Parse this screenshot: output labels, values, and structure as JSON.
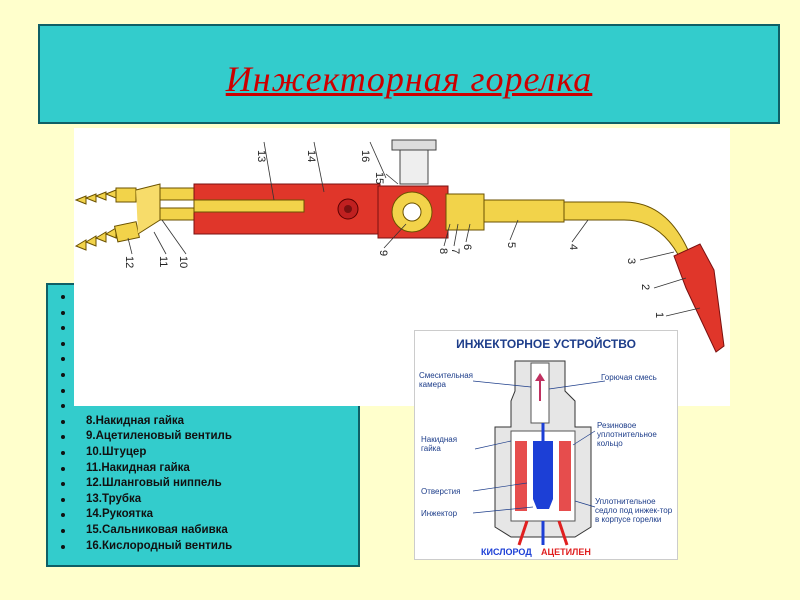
{
  "title": "Инжекторная горелка",
  "parts_list": [
    "8.Накидная гайка",
    "9.Ацетиленовый вентиль",
    "10.Штуцер",
    "11.Накидная гайка",
    "12.Шланговый ниппель",
    "13.Трубка",
    "14.Рукоятка",
    "15.Сальниковая набивка",
    "16.Кислородный вентиль"
  ],
  "torch_numbers": [
    "13",
    "14",
    "16",
    "15",
    "9",
    "8",
    "7",
    "6",
    "5",
    "4",
    "3",
    "2",
    "1",
    "12",
    "11",
    "10"
  ],
  "injector": {
    "title": "ИНЖЕКТОРНОЕ УСТРОЙСТВО",
    "labels": {
      "mix_chamber": "Смесительная камера",
      "fuel_mix": "Горючая смесь",
      "nut": "Накидная гайка",
      "ring": "Резиновое уплотнительное кольцо",
      "holes": "Отверстия",
      "injector": "Инжектор",
      "seat": "Уплотнительное седло под инжек-тор в корпусе горелки",
      "oxygen": "КИСЛОРОД",
      "acetylene": "АЦЕТИЛЕН"
    }
  },
  "colors": {
    "teal": "#33cccc",
    "title_red": "#cc0000",
    "background": "#ffffcc",
    "brass": "#f2d34a",
    "body_red": "#e0362a",
    "oxygen_blue": "#1c3fd6",
    "acetylene_red": "#e02020"
  }
}
